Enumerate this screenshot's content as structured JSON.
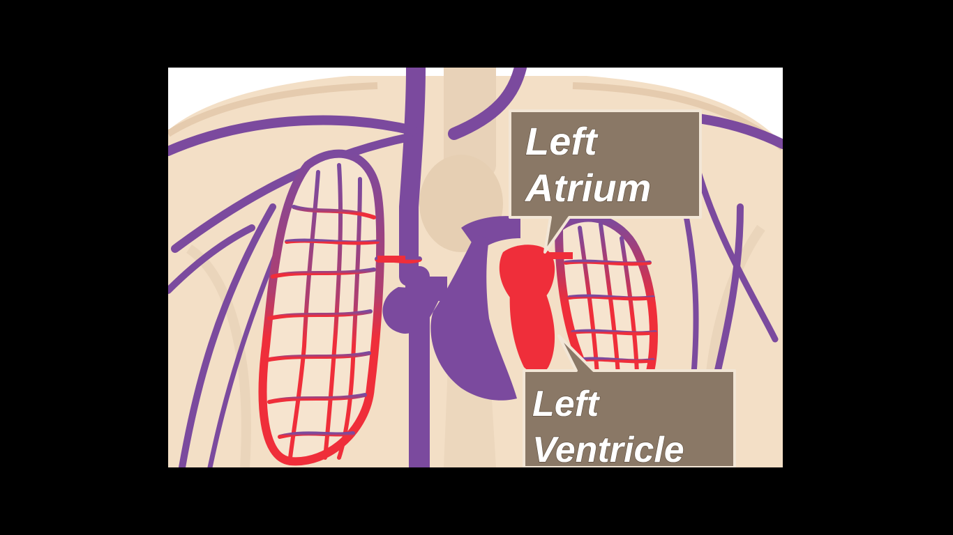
{
  "diagram": {
    "labels": {
      "left_atrium": {
        "line1": "Left",
        "line2": "Atrium"
      },
      "left_ventricle": {
        "line1": "Left",
        "line2": "Ventricle"
      }
    },
    "colors": {
      "background_frame": "#000000",
      "skin": "#f3dfc6",
      "skin_shadow": "#e5cbae",
      "deoxygenated_blood": "#7b4a9e",
      "oxygenated_blood": "#ef2e3a",
      "label_box": "#8a7866",
      "label_border": "#f2e6d6",
      "label_text": "#ffffff"
    }
  }
}
